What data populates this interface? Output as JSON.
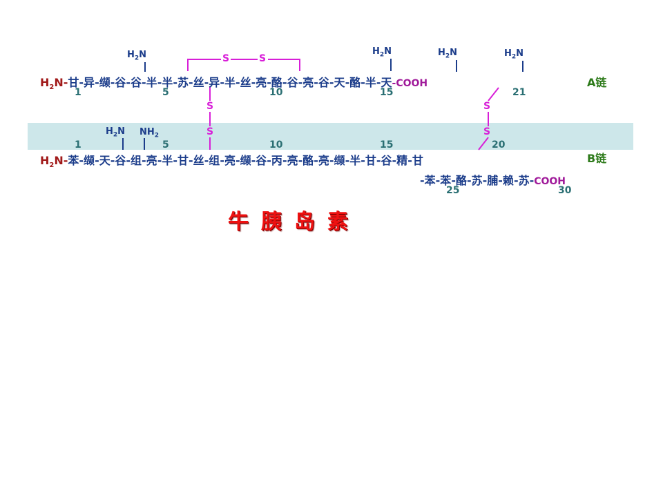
{
  "title": "牛胰岛素",
  "colors": {
    "sequence": "#1b3c8a",
    "n_terminus": "#a11a1a",
    "c_terminus": "#a01a9a",
    "disulfide": "#d81fd8",
    "numbers": "#2a6f73",
    "chain_label": "#2d7a1a",
    "band": "#cde7ea"
  },
  "chain_a": {
    "label": "A链",
    "n_terminus": "H₂N-",
    "c_terminus": "-COOH",
    "residues": [
      "甘",
      "异",
      "缬",
      "谷",
      "谷",
      "半",
      "半",
      "苏",
      "丝",
      "异",
      "半",
      "丝",
      "亮",
      "酪",
      "谷",
      "亮",
      "谷",
      "天",
      "酪",
      "半",
      "天"
    ],
    "numbers": [
      "1",
      "5",
      "10",
      "15",
      "21"
    ],
    "amines": [
      "H₂N",
      "H₂N",
      "H₂N",
      "H₂N"
    ]
  },
  "chain_b": {
    "label": "B链",
    "n_terminus": "H₂N-",
    "c_terminus": "COOH",
    "residues_line1": [
      "苯",
      "缬",
      "天",
      "谷",
      "组",
      "亮",
      "半",
      "甘",
      "丝",
      "组",
      "亮",
      "缬",
      "谷",
      "丙",
      "亮",
      "酪",
      "亮",
      "缬",
      "半",
      "甘",
      "谷",
      "精",
      "甘"
    ],
    "residues_line2": [
      "苯",
      "苯",
      "酪",
      "苏",
      "脯",
      "赖",
      "苏"
    ],
    "numbers_line1": [
      "1",
      "5",
      "10",
      "15",
      "20"
    ],
    "numbers_line2": [
      "25",
      "30"
    ],
    "amines": [
      "H₂N",
      "NH₂"
    ]
  },
  "disulfides": {
    "intra_a": [
      "S",
      "S"
    ],
    "inter_1": [
      "S",
      "S"
    ],
    "inter_2": [
      "S",
      "S"
    ]
  }
}
